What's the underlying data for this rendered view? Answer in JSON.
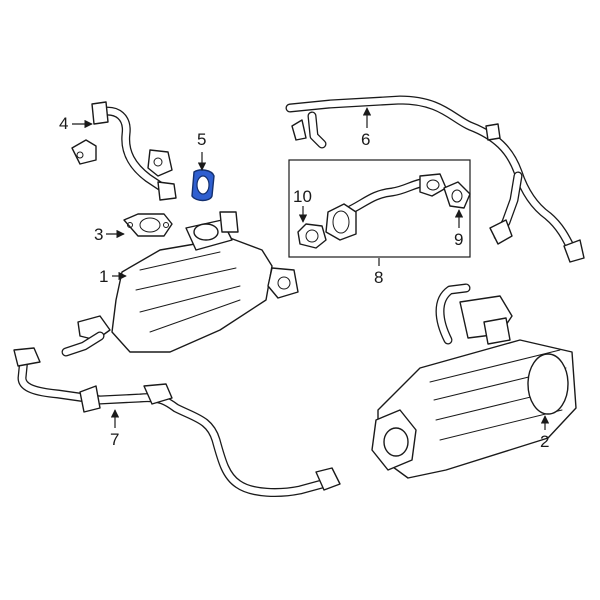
{
  "diagram": {
    "highlight_color": "#2f5fd0",
    "line_color": "#1a1a1a",
    "background": "#ffffff",
    "callouts": [
      {
        "id": "c1",
        "label": "1"
      },
      {
        "id": "c2",
        "label": "2"
      },
      {
        "id": "c3",
        "label": "3"
      },
      {
        "id": "c4",
        "label": "4"
      },
      {
        "id": "c5",
        "label": "5"
      },
      {
        "id": "c6",
        "label": "6"
      },
      {
        "id": "c7",
        "label": "7"
      },
      {
        "id": "c8",
        "label": "8"
      },
      {
        "id": "c9",
        "label": "9"
      },
      {
        "id": "c10",
        "label": "10"
      }
    ],
    "highlighted_part": "5"
  }
}
